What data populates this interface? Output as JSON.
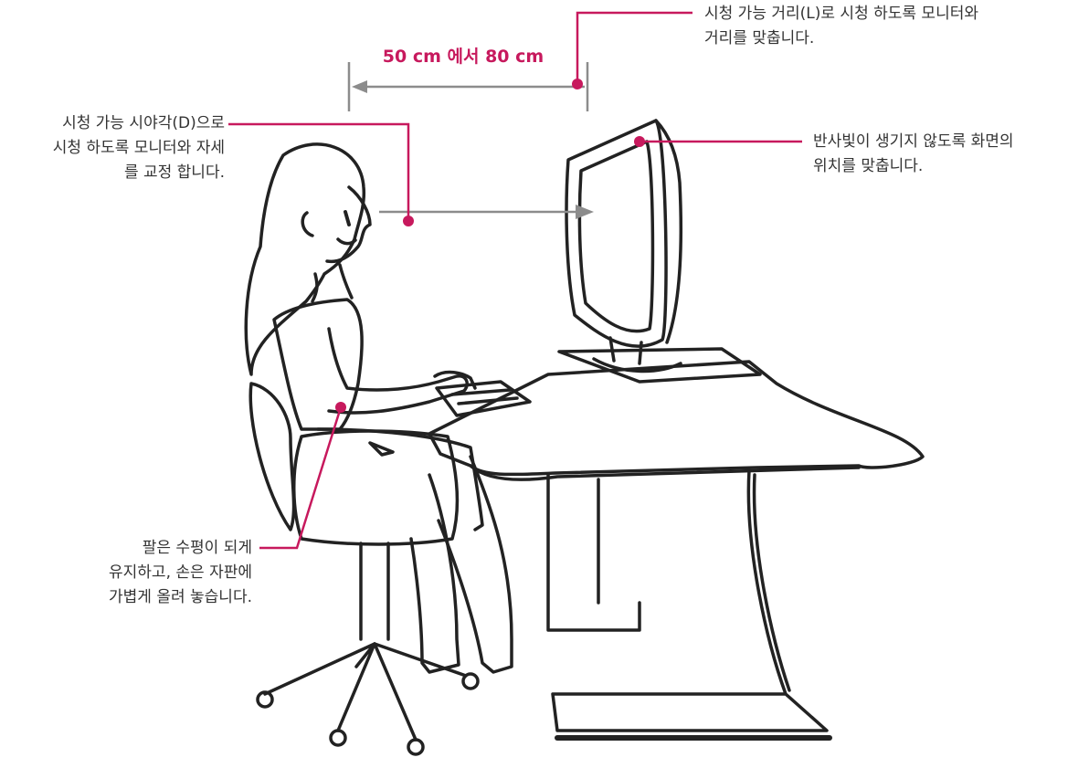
{
  "colors": {
    "accent": "#c7195d",
    "ink": "#222222",
    "arrow": "#8c8c8c",
    "text": "#333333"
  },
  "distance_range": "50 cm 에서 80 cm",
  "callouts": {
    "viewing_distance": {
      "lines": [
        "시청 가능 거리(L)로 시청 하도록 모니터와",
        "거리를 맞춥니다."
      ]
    },
    "viewing_angle": {
      "lines": [
        "시청 가능 시야각(D)으로",
        "시청 하도록 모니터와 자세",
        "를 교정 합니다."
      ]
    },
    "screen_position": {
      "lines": [
        "반사빛이 생기지 않도록 화면의",
        "위치를 맞춥니다."
      ]
    },
    "arm_posture": {
      "lines": [
        "팔은 수평이 되게",
        "유지하고, 손은 자판에",
        "가볍게 올려 놓습니다."
      ]
    }
  }
}
